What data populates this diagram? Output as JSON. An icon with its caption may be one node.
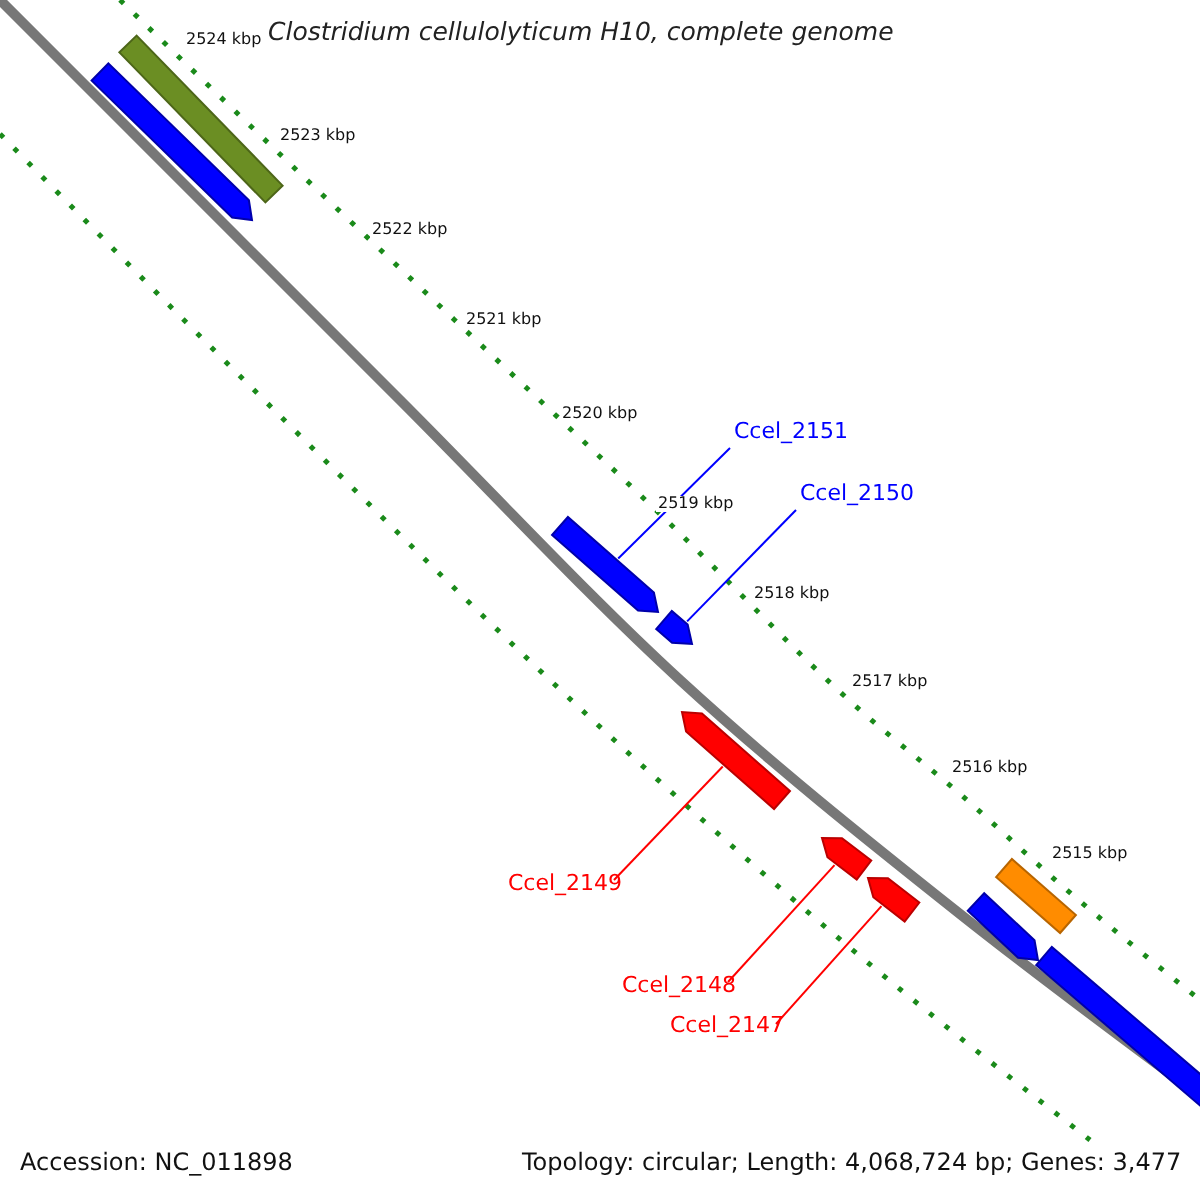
{
  "diagram": {
    "title": "Clostridium cellulolyticum H10, complete genome",
    "nodes": [
      {
        "text": [],
        "shape": "bar"
      },
      {
        "text": [],
        "shape": "arrow"
      },
      {
        "text": [],
        "shape": "arrow"
      },
      {
        "text": [],
        "shape": "arrow"
      },
      {
        "text": [],
        "shape": "arrow"
      },
      {
        "text": [],
        "shape": "arrow"
      },
      {
        "text": [],
        "shape": "arrow"
      },
      {
        "text": [],
        "shape": "bar"
      },
      {
        "text": [],
        "shape": "arrow"
      },
      {
        "text": [],
        "shape": "bar"
      },
      {
        "text": [
          "Ccel_2151"
        ]
      },
      {
        "text": [
          "Ccel_2150"
        ]
      },
      {
        "text": [
          "Ccel_2149"
        ]
      },
      {
        "text": [
          "Ccel_2148"
        ]
      },
      {
        "text": [
          "Ccel_2147"
        ]
      }
    ],
    "edges": [
      {
        "from": 10,
        "to": 2,
        "arrow": "none",
        "color": "#0000ff"
      },
      {
        "from": 11,
        "to": 3,
        "arrow": "none",
        "color": "#0000ff"
      },
      {
        "from": 12,
        "to": 4,
        "arrow": "none",
        "color": "#ff0000"
      },
      {
        "from": 13,
        "to": 5,
        "arrow": "none",
        "color": "#ff0000"
      },
      {
        "from": 14,
        "to": 6,
        "arrow": "none",
        "color": "#ff0000"
      }
    ],
    "labels": [
      "2524 kbp",
      "2523 kbp",
      "2522 kbp",
      "2521 kbp",
      "2520 kbp",
      "2519 kbp",
      "2518 kbp",
      "2517 kbp",
      "2516 kbp",
      "2515 kbp",
      "Accession: NC_011898",
      "Topology: circular; Length: 4,068,724 bp; Genes: 3,477"
    ]
  }
}
